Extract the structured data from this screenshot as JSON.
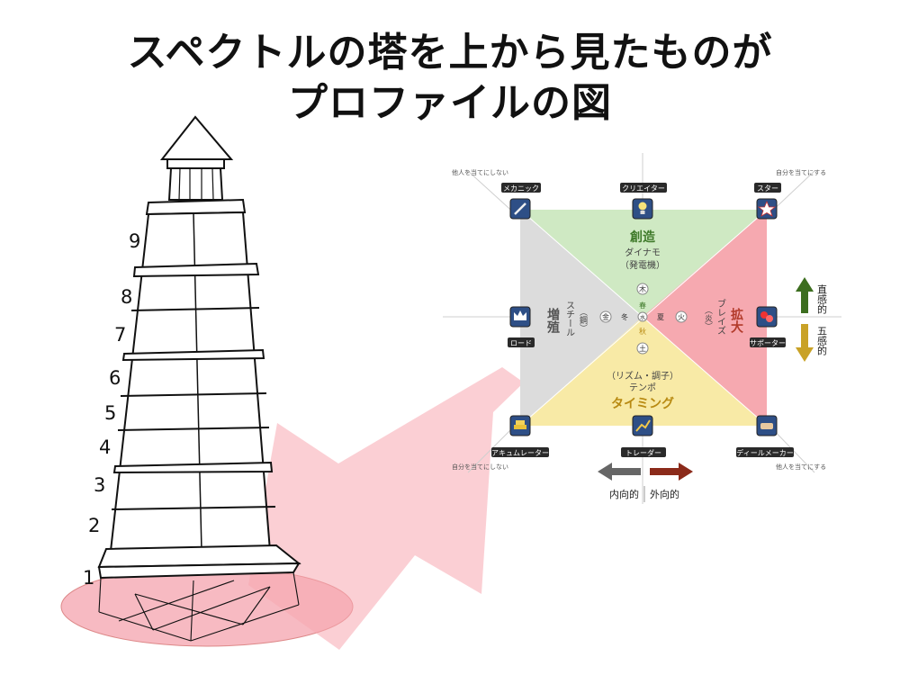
{
  "title": {
    "line1": "スペクトルの塔を上から見たものが",
    "line2": "プロファイルの図"
  },
  "tower": {
    "levels": [
      "1",
      "2",
      "3",
      "4",
      "5",
      "6",
      "7",
      "8",
      "9"
    ]
  },
  "profile": {
    "corner_notes": {
      "top_left": "他人を当てにしない",
      "top_right": "自分を当てにする",
      "bottom_left": "自分を当てにしない",
      "bottom_right": "他人を当てにする"
    },
    "profiles": {
      "mechanic": "メカニック",
      "creator": "クリエイター",
      "star": "スター",
      "lord": "ロード",
      "supporter": "サポーター",
      "accumulator": "アキュムレーター",
      "trader": "トレーダー",
      "dealmaker": "ディールメーカー"
    },
    "icons": {
      "mechanic": "wrench-icon",
      "creator": "lightbulb-icon",
      "star": "star-icon",
      "lord": "crown-icon",
      "supporter": "hearts-icon",
      "accumulator": "gold-bars-icon",
      "trader": "chart-arrow-icon",
      "dealmaker": "handshake-icon"
    },
    "quadrants": {
      "top": {
        "name": "創造",
        "sub1": "ダイナモ",
        "sub2": "（発電機）",
        "color": "#cfe9c3"
      },
      "right": {
        "name": "拡大",
        "sub1": "ブレイズ",
        "sub2": "（炎）",
        "color": "#f6a9b0"
      },
      "bottom": {
        "name": "タイミング",
        "sub1": "テンポ",
        "sub2": "（リズム・調子）",
        "color": "#f8eaa6"
      },
      "left": {
        "name": "増殖",
        "sub1": "スチール",
        "sub2": "（鋼）",
        "color": "#dcdcdc"
      }
    },
    "elements": {
      "wood": "木",
      "spring": "春",
      "summer": "夏",
      "fire": "火",
      "autumn": "秋",
      "earth": "土",
      "winter": "冬",
      "metal": "金",
      "water": "水"
    },
    "axes": {
      "up": "直感的",
      "down": "五感的",
      "left": "内向的",
      "right": "外向的"
    },
    "colors": {
      "up_arrow": "#3c6e1f",
      "down_arrow": "#c9a227",
      "left_arrow": "#666666",
      "right_arrow": "#8b2a1a",
      "big_arrow": "#f7a8b0"
    }
  }
}
